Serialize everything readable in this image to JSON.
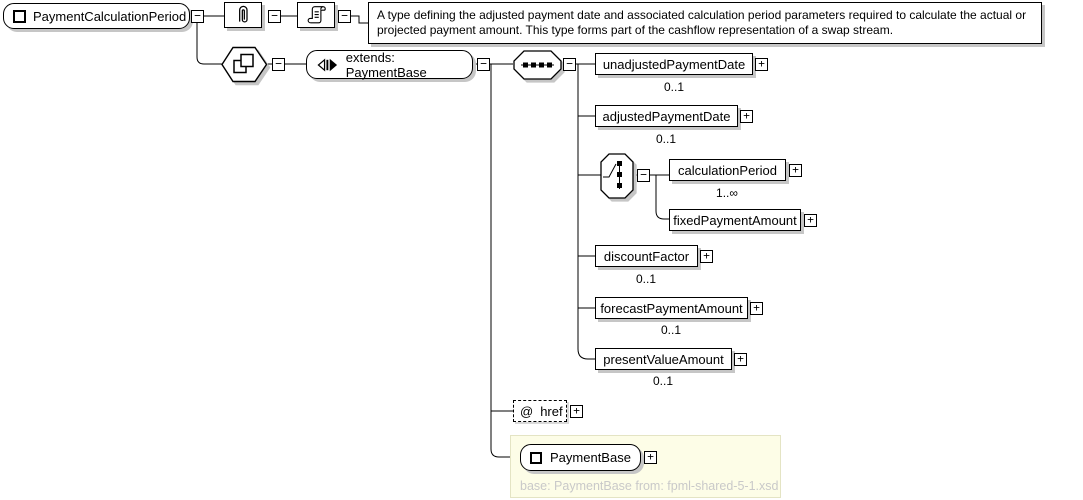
{
  "icons": {
    "collapse": "−",
    "expand": "+"
  },
  "root": {
    "label": "PaymentCalculationPeriod"
  },
  "doc": {
    "text": "A type defining the adjusted payment date and associated calculation period parameters required to calculate the actual or projected payment amount. This type forms part of the cashflow representation of a swap stream."
  },
  "extension": {
    "label": "extends: PaymentBase"
  },
  "elements": [
    {
      "name": "unadjustedPaymentDate",
      "cardinality": "0..1"
    },
    {
      "name": "adjustedPaymentDate",
      "cardinality": "0..1"
    },
    {
      "name": "calculationPeriod",
      "cardinality": "1..∞"
    },
    {
      "name": "fixedPaymentAmount",
      "cardinality": ""
    },
    {
      "name": "discountFactor",
      "cardinality": "0..1"
    },
    {
      "name": "forecastPaymentAmount",
      "cardinality": "0..1"
    },
    {
      "name": "presentValueAmount",
      "cardinality": "0..1"
    }
  ],
  "attribute": {
    "marker": "@",
    "name": "href"
  },
  "base": {
    "label": "PaymentBase",
    "note": "base: PaymentBase from: fpml-shared-5-1.xsd"
  },
  "colors": {
    "line": "#000000",
    "box_shadow": "#c6c6c6",
    "base_panel_bg": "#fdfde7",
    "note_text": "#c9c9c9"
  }
}
